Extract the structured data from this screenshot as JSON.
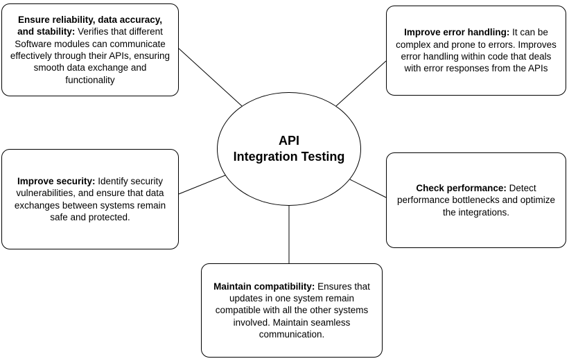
{
  "center": {
    "line1": "API",
    "line2": "Integration Testing"
  },
  "nodes": [
    {
      "bold": "Ensure reliability, data accuracy, and stability:",
      "text": " Verifies that different Software modules can communicate effectively through their APIs, ensuring smooth data exchange and functionality"
    },
    {
      "bold": "Improve error handling:",
      "text": " It can be complex and prone to errors. Improves error handling within code that deals with error responses from the APIs"
    },
    {
      "bold": "Improve security:",
      "text": " Identify security vulnerabilities, and ensure that data exchanges between systems remain safe and protected."
    },
    {
      "bold": "Check performance:",
      "text": " Detect performance bottlenecks and optimize the integrations."
    },
    {
      "bold": "Maintain compatibility:",
      "text": " Ensures that updates in one system remain compatible with all the other systems involved. Maintain seamless communication."
    }
  ],
  "colors": {
    "stroke": "#000000",
    "background": "#ffffff",
    "text": "#000000"
  }
}
